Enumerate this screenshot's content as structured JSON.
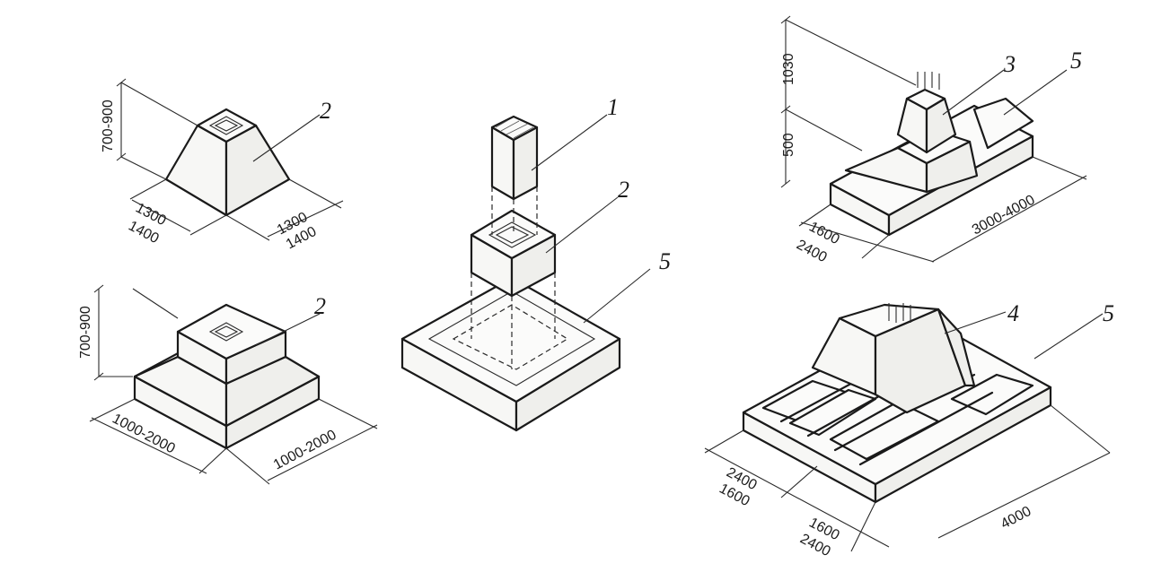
{
  "figure": {
    "top_left": {
      "height": "700-900",
      "width_inner": "1300",
      "width_outer": "1400",
      "depth_inner": "1300",
      "depth_outer": "1400",
      "part": "2"
    },
    "bottom_left": {
      "height": "700-900",
      "width": "1000-2000",
      "depth": "1000-2000",
      "part": "2"
    },
    "center": {
      "part_column": "1",
      "part_socket": "2",
      "part_slab": "5"
    },
    "top_right": {
      "height_upper": "1030",
      "height_lower": "500",
      "width_inner": "1600",
      "width_outer": "2400",
      "length": "3000-4000",
      "part_socket": "3",
      "part_slab": "5"
    },
    "bottom_right": {
      "width_a_outer": "2400",
      "width_a_inner": "1600",
      "width_b_inner": "1600",
      "width_b_outer": "2400",
      "length": "4000",
      "part_socket": "4",
      "part_slab": "5"
    }
  }
}
